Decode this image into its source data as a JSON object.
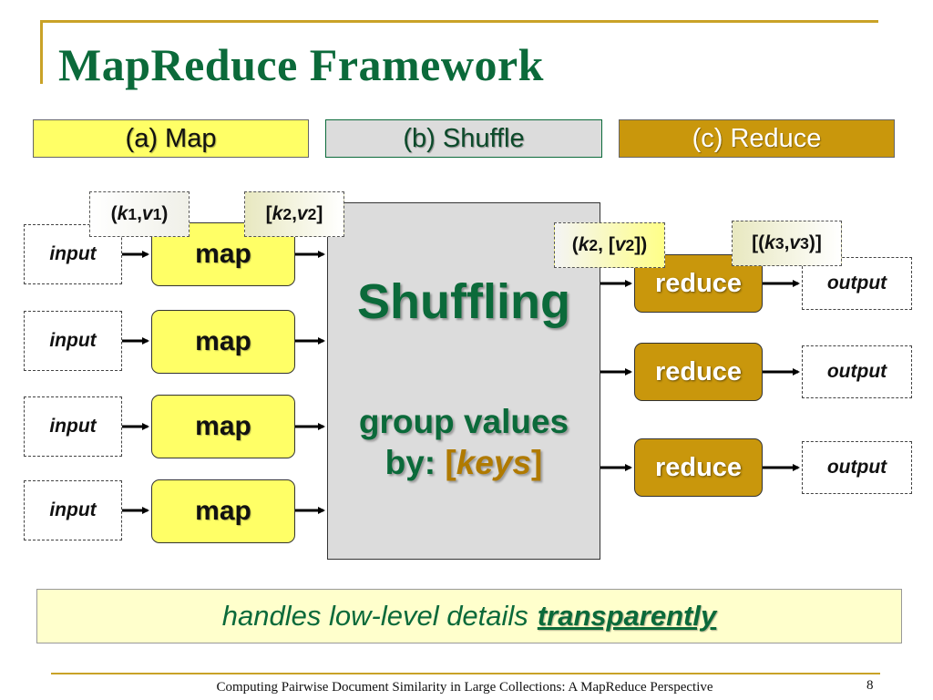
{
  "slide": {
    "title": "MapReduce Framework",
    "page_number": "8",
    "footer": "Computing Pairwise Document Similarity in Large Collections: A MapReduce Perspective"
  },
  "phases": {
    "map": "(a) Map",
    "shuffle": "(b) Shuffle",
    "reduce": "(c) Reduce"
  },
  "inputs": [
    "input",
    "input",
    "input",
    "input"
  ],
  "maps": [
    "map",
    "map",
    "map",
    "map"
  ],
  "shuffle": {
    "title": "Shuffling",
    "subtitle_line1": "group values",
    "subtitle_prefix": "by:",
    "subtitle_open": "[",
    "subtitle_keys": "keys",
    "subtitle_close": "]"
  },
  "reduces": [
    "reduce",
    "reduce",
    "reduce"
  ],
  "outputs": [
    "output",
    "output",
    "output"
  ],
  "kv_labels": {
    "k1v1": {
      "open": "(",
      "k": "k",
      "k_sub": "1",
      "sep": ", ",
      "v": "v",
      "v_sub": "1",
      "close": ")"
    },
    "k2v2_list": {
      "open": "[",
      "k": "k",
      "k_sub": "2",
      "sep": ", ",
      "v": "v",
      "v_sub": "2",
      "close": "]"
    },
    "k2_v2list": {
      "open": "(",
      "k": "k",
      "k_sub": "2",
      "sep": ", [",
      "v": "v",
      "v_sub": "2",
      "close": "])"
    },
    "k3v3_list": {
      "open": "[(",
      "k": "k",
      "k_sub": "3",
      "sep": ", ",
      "v": "v",
      "v_sub": "3",
      "close": ")]"
    }
  },
  "banner": {
    "text": "handles low-level details",
    "emphasis": "transparently"
  },
  "colors": {
    "title_green": "#0b6a3a",
    "accent_gold": "#c9a227",
    "map_yellow": "#ffff66",
    "reduce_gold": "#c9970c",
    "shuffle_gray": "#dcdcdc",
    "banner_bg": "#ffffcc"
  }
}
